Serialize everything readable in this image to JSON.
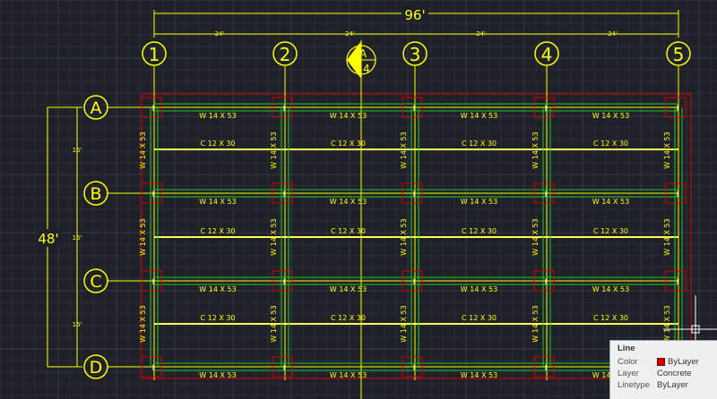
{
  "colors": {
    "background": "#1e2127",
    "grid": "#2a2e36",
    "grid_major": "#343944",
    "dims": "#ffff00",
    "beam": "#22c322",
    "girder_line": "#ffff55",
    "column_box": "#d20000",
    "boundary": "#e00000",
    "text": "#ffff00",
    "column_mark": "#ffffff"
  },
  "overall_dimension": "96'",
  "bay_dimension": "24'",
  "vertical_dimension": "48'",
  "row_spacing": "16'",
  "columns_axes": [
    "1",
    "2",
    "3",
    "4",
    "5"
  ],
  "rows_axes": [
    "A",
    "B",
    "C",
    "D"
  ],
  "section_marker": {
    "letter": "A",
    "number": "14"
  },
  "beam_labels": {
    "girder": "W 14 X 53",
    "joist": "C 12 X 30",
    "column_beam": "W 14 X 53"
  },
  "properties": {
    "title": "Line",
    "rows": [
      {
        "key": "Color",
        "value": "ByLayer",
        "swatch": "#d00000"
      },
      {
        "key": "Layer",
        "value": "Concrete"
      },
      {
        "key": "Linetype",
        "value": "ByLayer"
      }
    ]
  }
}
